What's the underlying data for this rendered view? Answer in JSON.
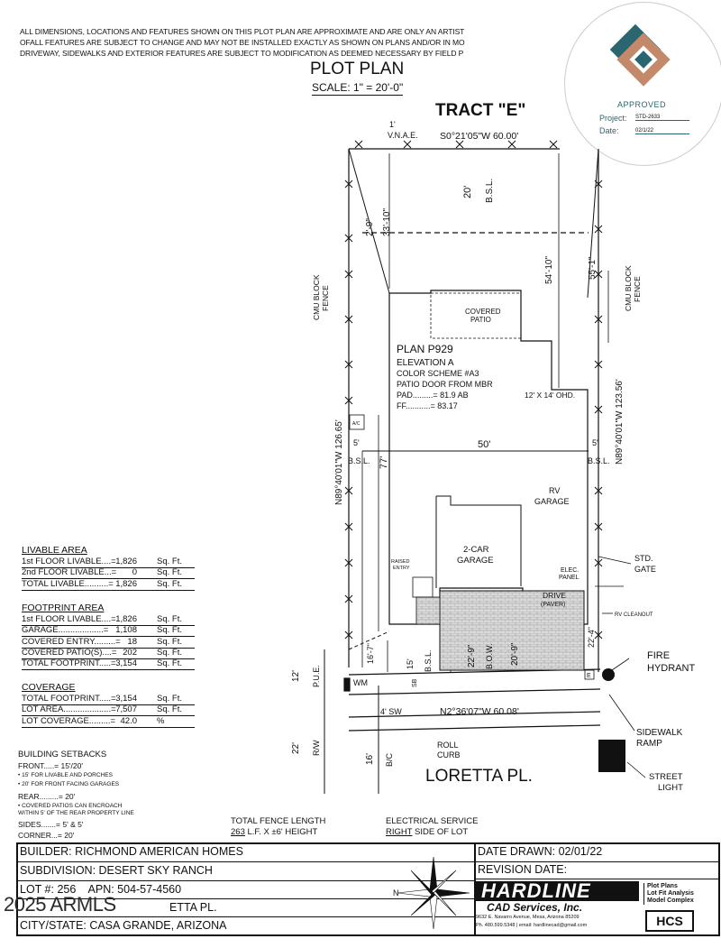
{
  "disclaimer": [
    "ALL DIMENSIONS, LOCATIONS AND FEATURES SHOWN ON THIS PLOT PLAN ARE APPROXIMATE AND ARE ONLY AN ARTIST",
    "OFALL FEATURES ARE SUBJECT TO CHANGE AND MAY NOT BE INSTALLED EXACTLY AS SHOWN ON PLANS AND/OR IN MO",
    "DRIVEWAY, SIDEWALKS AND EXTERIOR FEATURES ARE SUBJECT TO MODIFICATION AS DEEMED NECESSARY BY FIELD P"
  ],
  "title": "PLOT PLAN",
  "scale": "SCALE: 1\" = 20'-0\"",
  "stamp": {
    "status": "APPROVED",
    "project_label": "Project:",
    "project_value": "STD-2633",
    "date_label": "Date:",
    "date_value": "02/1/22"
  },
  "drawing": {
    "tract": "TRACT \"E\"",
    "vnae_dim": "1'",
    "vnae": "V.N.A.E.",
    "top_bearing": "S0°21'05\"W 60.00'",
    "rear_bsl_dim": "20'",
    "rear_bsl": "B.S.L.",
    "left_diag_dim": "2'-9\"",
    "left_setback_dim": "33'-10\"",
    "right_setback_dim": "54'-10\"",
    "right_diag_dim": "55'-1\"",
    "fence_left": [
      "CMU BLOCK",
      "FENCE"
    ],
    "fence_right": [
      "CMU BLOCK",
      "FENCE"
    ],
    "covered_patio": [
      "COVERED",
      "PATIO"
    ],
    "plan_info": [
      "PLAN P929",
      "ELEVATION A",
      "COLOR SCHEME #A3",
      "PATIO DOOR FROM MBR",
      "PAD.........= 81.9 AB",
      "FF...........= 83.17"
    ],
    "ohd_12x14": "12' X 14' OHD.",
    "left_bearing": "N89°40'01\"W 126.65'",
    "right_bearing": "N89°40'01\"W 123.56'",
    "ac": "A/C",
    "side_left_dim": "5'",
    "side_right_dim": "5'",
    "width_dim": "50'",
    "depth_dim": "77'",
    "bsl_left": "B.S.L.",
    "bsl_right": "B.S.L.",
    "rv_garage": [
      "RV",
      "GARAGE"
    ],
    "car_garage": [
      "2-CAR",
      "GARAGE"
    ],
    "raised_entry": [
      "RAISED",
      "ENTRY"
    ],
    "elec_panel": [
      "ELEC.",
      "PANEL"
    ],
    "drive": [
      "DRIVE",
      "(PAVER)"
    ],
    "std_gate": [
      "STD.",
      "GATE"
    ],
    "rv_cleanout": "RV CLEANOUT",
    "fire_hydrant": [
      "FIRE",
      "HYDRANT"
    ],
    "dim_16_7": "16'-7\"",
    "dim_22_9": "22'-9\"",
    "dim_20_9": "20'-9\"",
    "dim_22_4": "22'-4\"",
    "bow": "B.O.W.",
    "dim_15": "15'",
    "bsl_front": "B.S.L.",
    "sb": "SB",
    "wm": "WM",
    "pue": "P.U.E.",
    "dim_12": "12'",
    "front_bearing": "N2°36'07\"W 60.08'",
    "sw": "4' SW",
    "sidewalk_ramp": [
      "SIDEWALK",
      "RAMP"
    ],
    "roll_curb": [
      "ROLL",
      "CURB"
    ],
    "rw_dim": "22'",
    "rw": "R/W",
    "bc_dim": "16'",
    "bc": "B/C",
    "street": "LORETTA PL.",
    "street_light": [
      "STREET",
      "LIGHT"
    ],
    "box_e": "E"
  },
  "livable": {
    "heading": "LIVABLE AREA",
    "rows": [
      {
        "label": "1st FLOOR LIVABLE....=",
        "value": "1,826",
        "unit": "Sq. Ft."
      },
      {
        "label": "2nd FLOOR LIVABLE...=",
        "value": "0",
        "unit": "Sq. Ft."
      },
      {
        "label": "TOTAL LIVABLE..........=",
        "value": "1,826",
        "unit": "Sq. Ft."
      }
    ]
  },
  "footprint": {
    "heading": "FOOTPRINT AREA",
    "rows": [
      {
        "label": "1st FLOOR LIVABLE....=",
        "value": "1,826",
        "unit": "Sq. Ft."
      },
      {
        "label": "GARAGE...................=",
        "value": "1,108",
        "unit": "Sq. Ft."
      },
      {
        "label": "COVERED ENTRY.........=",
        "value": "18",
        "unit": "Sq. Ft."
      },
      {
        "label": "COVERED PATIO(S)....=",
        "value": "202",
        "unit": "Sq. Ft."
      },
      {
        "label": "TOTAL FOOTPRINT.....=",
        "value": "3,154",
        "unit": "Sq. Ft."
      }
    ]
  },
  "coverage": {
    "heading": "COVERAGE",
    "rows": [
      {
        "label": "TOTAL FOOTPRINT.....=",
        "value": "3,154",
        "unit": "Sq. Ft."
      },
      {
        "label": "LOT AREA....................=",
        "value": "7,507",
        "unit": "Sq. Ft."
      },
      {
        "label": "LOT COVERAGE.........=",
        "value": "42.0",
        "unit": "%"
      }
    ]
  },
  "setbacks": {
    "heading": "BUILDING SETBACKS",
    "lines": [
      "FRONT.....= 15'/20'",
      "• 15' FOR LIVABLE AND PORCHES",
      "• 20' FOR FRONT FACING GARAGES",
      "REAR.........= 20'",
      "• COVERED PATIOS CAN ENCROACH",
      "  WITHIN 5' OF THE REAR PROPERTY LINE",
      "SIDES.......= 5' & 5'",
      "CORNER...= 20'"
    ]
  },
  "fence_length": {
    "title": "TOTAL FENCE LENGTH",
    "value": "263",
    "text": "L.F.  X ±6' HEIGHT"
  },
  "electrical": {
    "title": "ELECTRICAL SERVICE",
    "value": "RIGHT",
    "text": "SIDE OF LOT"
  },
  "titleblock": {
    "builder": "BUILDER: RICHMOND AMERICAN HOMES",
    "subdivision": "SUBDIVISION: DESERT SKY RANCH",
    "lot": "LOT #: 256    APN: 504-57-4560",
    "address_tail": "ETTA PL.",
    "watermark": "2025 ARMLS",
    "city": "CITY/STATE: CASA GRANDE, ARIZONA",
    "date_drawn": "DATE DRAWN:   02/01/22",
    "revision": "REVISION DATE:",
    "north": "N",
    "logo_name": "HARDLINE",
    "logo_sub": "CAD Services, Inc.",
    "logo_addr": "9632 E. Navarro Avenue, Mesa, Arizona 85209",
    "logo_contact": "Ph. 480.599.5348 | email: hardlinecad@gmail.com",
    "logo_side": [
      "Plot Plans",
      "Lot Fit Analysis",
      "Model Complex"
    ],
    "logo_mark": "HCS"
  }
}
